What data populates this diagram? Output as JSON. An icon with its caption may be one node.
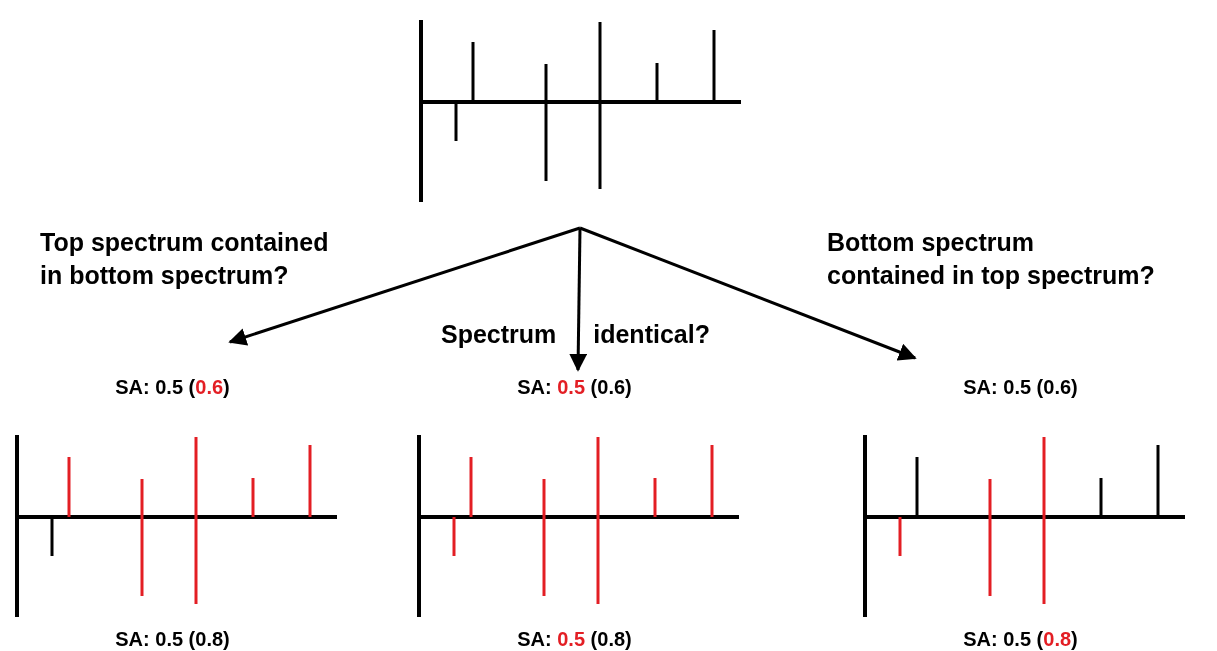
{
  "diagram": {
    "nodes": [
      {
        "text": [],
        "shape": "picture"
      },
      {
        "text": [
          "SA: 0.5 (**0.6**)",
          "SA: 0.5 (0.8)"
        ]
      },
      {
        "text": [
          "SA: **0.5** (0.6)",
          "SA: **0.5** (0.8)"
        ]
      },
      {
        "text": [
          "SA: 0.5 (0.6)",
          "SA: 0.5 (**0.8**)"
        ]
      }
    ],
    "edges": [
      {
        "from": 0,
        "to": 1,
        "arrow": "to",
        "label": "Top spectrum contained in bottom spectrum?"
      },
      {
        "from": 0,
        "to": 2,
        "arrow": "to",
        "label": "Spectrum identical?"
      },
      {
        "from": 0,
        "to": 3,
        "arrow": "to",
        "label": "Bottom spectrum contained in top spectrum?"
      }
    ]
  }
}
